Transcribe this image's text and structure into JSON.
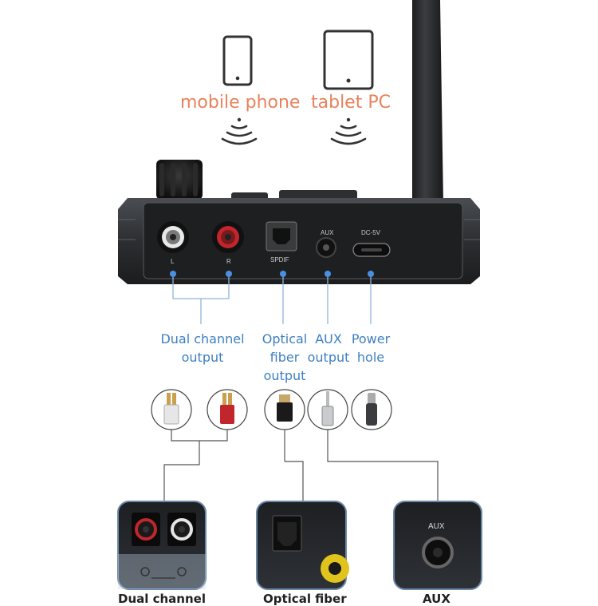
{
  "sources": {
    "phone_label": "mobile phone",
    "tablet_label": "tablet PC"
  },
  "ports": {
    "left_tag": "L",
    "right_tag": "R",
    "spdif_tag": "SPDIF",
    "aux_tag": "AUX",
    "dc_tag": "DC-5V"
  },
  "outputs": {
    "dual_channel": [
      "Dual channel",
      "output"
    ],
    "optical": [
      "Optical",
      "fiber",
      "output"
    ],
    "aux": [
      "AUX",
      "output"
    ],
    "power": [
      "Power",
      "hole"
    ]
  },
  "devices": {
    "aux_device_tag": "AUX",
    "captions": [
      "Dual channel",
      "Optical fiber",
      "AUX"
    ]
  },
  "colors": {
    "accent_orange": "#e8825c",
    "label_blue": "#3e7fc1",
    "dot_blue": "#4a90e2",
    "red_jack": "#c0262c"
  },
  "icons": [
    "smartphone-icon",
    "tablet-icon",
    "wireless-signal-icon",
    "rca-plug-icon",
    "optical-plug-icon",
    "aux-plug-icon",
    "usb-c-plug-icon"
  ]
}
